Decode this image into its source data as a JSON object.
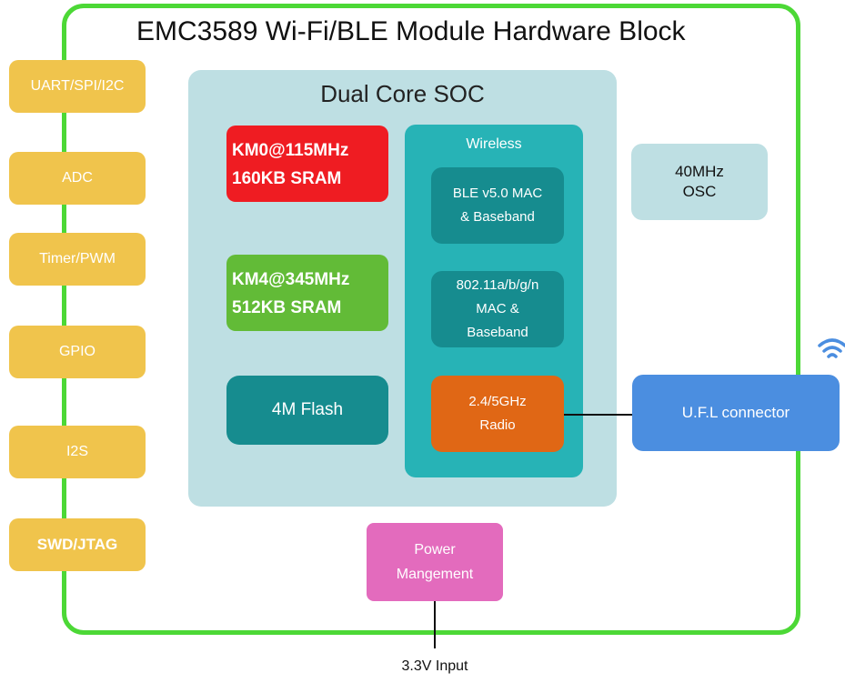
{
  "title": "EMC3589  Wi-Fi/BLE Module Hardware Block",
  "interfaces": [
    "UART/SPI/I2C",
    "ADC",
    "Timer/PWM",
    "GPIO",
    "I2S",
    "SWD/JTAG"
  ],
  "soc": {
    "title": "Dual Core SOC",
    "core1": {
      "line1": "KM0@115MHz",
      "line2": "160KB SRAM"
    },
    "core2": {
      "line1": "KM4@345MHz",
      "line2": "512KB SRAM"
    },
    "flash": "4M Flash",
    "wireless": {
      "title": "Wireless",
      "ble": {
        "line1": "BLE v5.0 MAC",
        "line2": "& Baseband"
      },
      "wifi": {
        "line1": "802.11a/b/g/n",
        "line2": "MAC &",
        "line3": "Baseband"
      },
      "radio": {
        "line1": "2.4/5GHz",
        "line2": "Radio"
      }
    }
  },
  "oscillator": {
    "line1": "40MHz",
    "line2": "OSC"
  },
  "connector": "U.F.L connector",
  "power": {
    "line1": "Power",
    "line2": "Mangement"
  },
  "input": "3.3V Input",
  "colors": {
    "frame": "#4cd836",
    "interface": "#f0c44c",
    "soc_bg": "#bedfe3",
    "core1": "#ef1c22",
    "core2": "#62bb37",
    "dark_teal": "#168c8f",
    "wireless": "#27b3b6",
    "radio": "#e06715",
    "connector": "#4b8ee0",
    "power": "#e36bbd"
  },
  "icons": {
    "antenna": "wifi-signal-icon"
  }
}
